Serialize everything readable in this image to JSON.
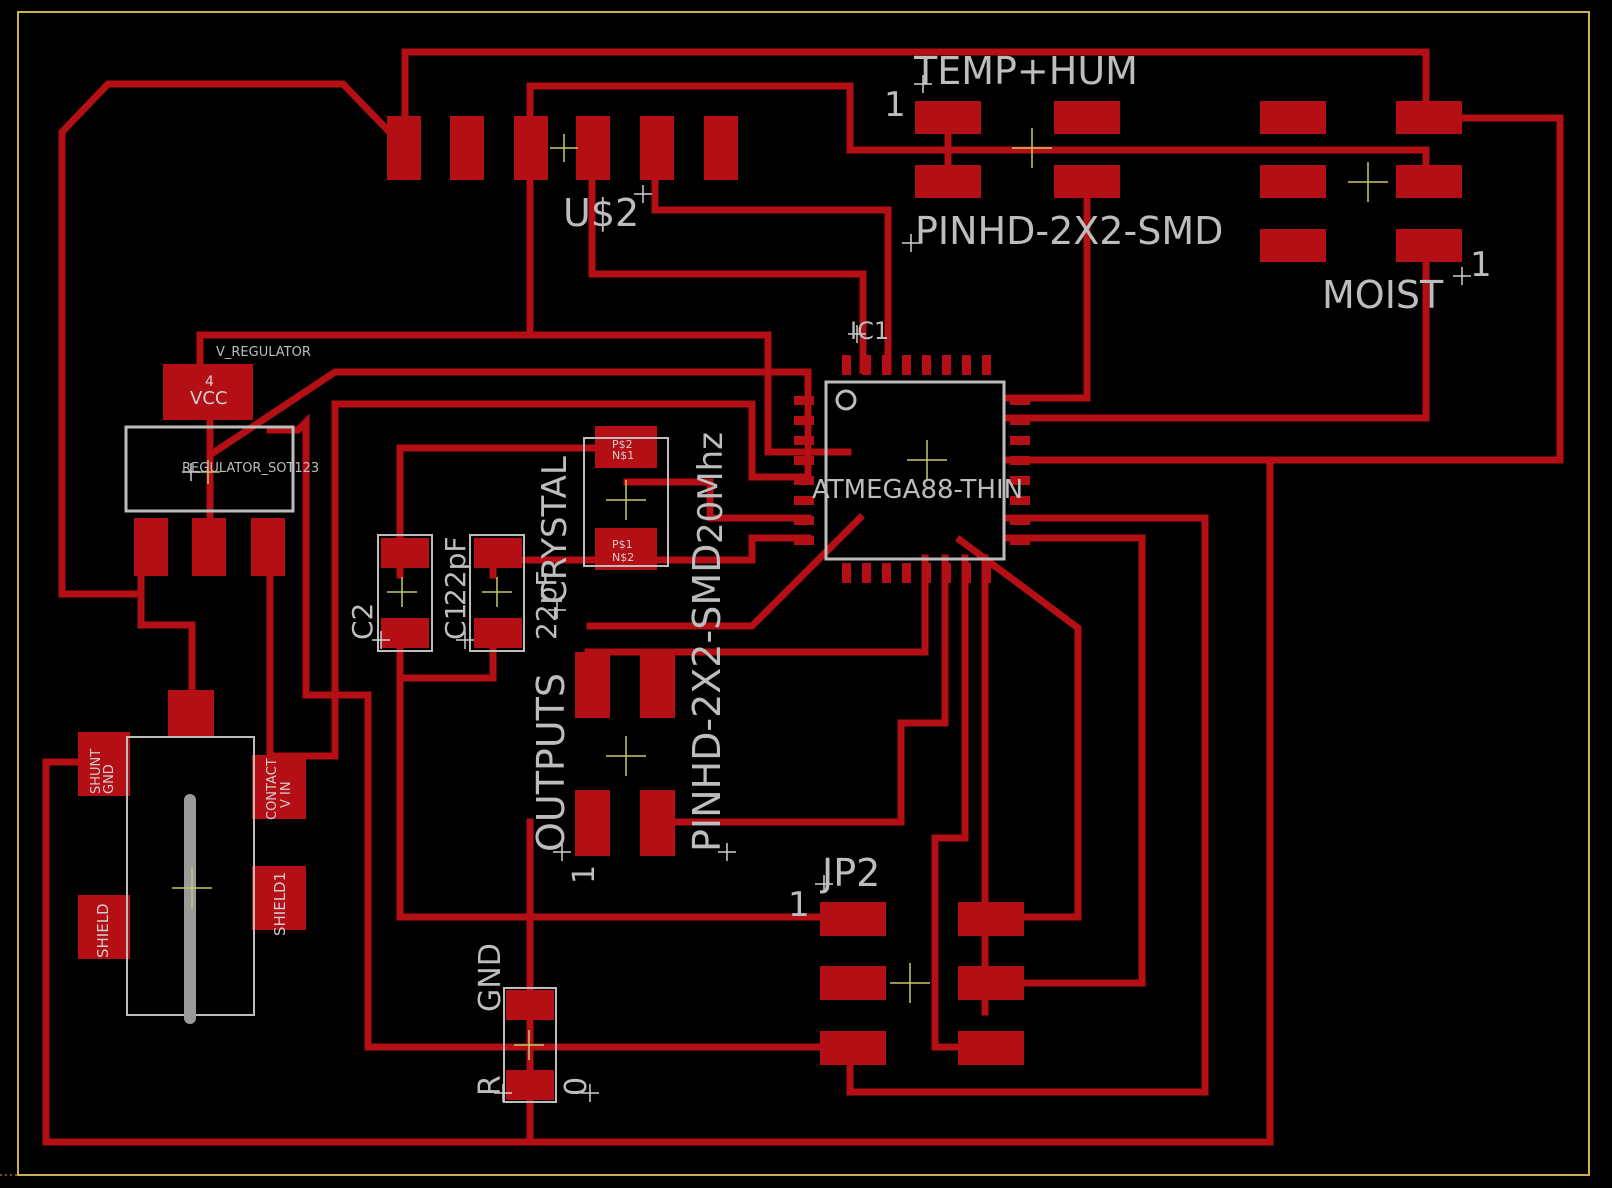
{
  "colors": {
    "background": "#000000",
    "copper": "#b30f14",
    "silkscreen": "#bdbdbd",
    "origin": "#c7c76a",
    "board_outline": "#c9b24a"
  },
  "labels": {
    "temp_hum": "TEMP+HUM",
    "temp_hum_pin": "1",
    "temp_hum_part": "PINHD-2X2-SMD",
    "moist": "MOIST",
    "moist_pin": "1",
    "usb_header": "U$2",
    "ic1": "IC1",
    "ic1_part": "ATMEGA88-THIN",
    "crystal": "CRYSTAL",
    "crystal_value": "20Mhz",
    "crystal_pad_a1": "P$2",
    "crystal_pad_a2": "N$1",
    "crystal_pad_b1": "P$1",
    "crystal_pad_b2": "N$2",
    "c1": "C1",
    "c1_value": "22pF",
    "c2": "C2",
    "c2_value": "22pF",
    "outputs": "OUTPUTS",
    "outputs_pin": "1",
    "outputs_part": "PINHD-2X2-SMD",
    "regulator": "V_REGULATOR",
    "regulator_part": "REGULATOR_SOT123",
    "regulator_pin": "4",
    "regulator_vcc": "VCC",
    "jp2": "JP2",
    "jp2_pin": "1",
    "resistor": "R",
    "resistor_value": "0",
    "gnd": "GND",
    "jack_gnd": "GND",
    "jack_shunt": "SHUNT",
    "jack_vin": "V IN",
    "jack_contact": "CONTACT",
    "jack_shield": "SHIELD",
    "jack_shield1": "SHIELD1"
  }
}
